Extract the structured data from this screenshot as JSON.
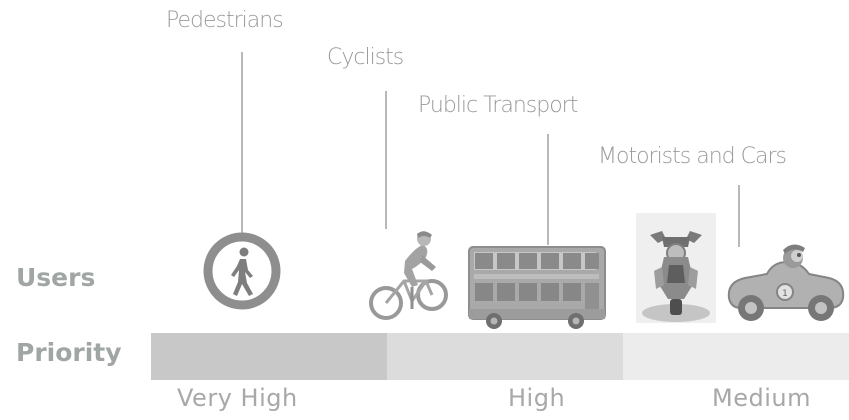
{
  "callouts": {
    "pedestrians": "Pedestrians",
    "cyclists": "Cyclists",
    "public_transport": "Public Transport",
    "motorists": "Motorists and Cars"
  },
  "rows": {
    "users": "Users",
    "priority": "Priority"
  },
  "priority_levels": [
    "Very High",
    "High",
    "Medium"
  ],
  "colors": {
    "very_high": "#c8c8c8",
    "high": "#dcdcdc",
    "medium": "#ececec",
    "label_text": "#9a9a9a",
    "icon_gray": "#8f8f8f"
  },
  "icons": {
    "pedestrian": "pedestrian-sign-icon",
    "cyclist": "cyclist-icon",
    "bus": "double-decker-bus-icon",
    "motorbike": "motorcycle-icon",
    "car": "cartoon-car-icon"
  }
}
